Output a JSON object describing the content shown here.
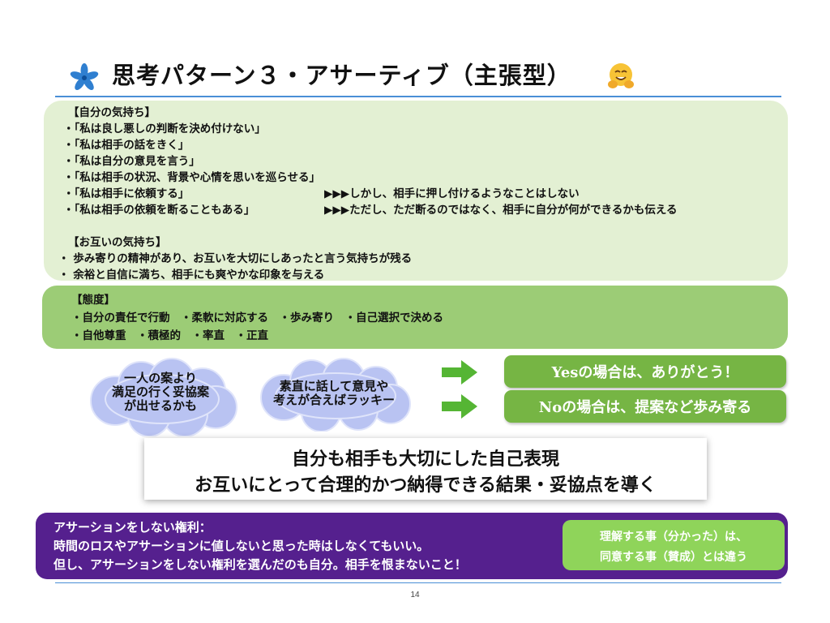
{
  "title": "思考パターン３・アサーティブ（主張型）",
  "icons": {
    "title_icon": "blue-flower-icon",
    "emoji": "hugging-face-emoji"
  },
  "colors": {
    "accent_rule": "#4a8fd6",
    "feelings_bg": "#e3f0d3",
    "attitude_bg": "#9ccc76",
    "cloud": "#b9c3f2",
    "result_green": "#76b544",
    "rights_bg": "#55208e",
    "note_bg": "#8fd45a"
  },
  "feelings": {
    "heading": "【自分の気持ち】",
    "items": [
      "・「私は良し悪しの判断を決め付けない」",
      "・「私は相手の話をきく」",
      "・「私は自分の意見を言う」",
      "・「私は相手の状況、背景や心情を思いを巡らせる」",
      "・「私は相手に依頼する」",
      "・「私は相手の依頼を断ることもある」"
    ],
    "annotations": [
      "▶▶▶しかし、相手に押し付けるようなことはしない",
      "▶▶▶ただし、ただ断るのではなく、相手に自分が何ができるかも伝える"
    ],
    "mutual_heading": "【お互いの気持ち】",
    "mutual_items": [
      "・ 歩み寄りの精神があり、お互いを大切にしあったと言う気持ちが残る",
      "・ 余裕と自信に満ち、相手にも爽やかな印象を与える"
    ]
  },
  "attitude": {
    "heading": "【態度】",
    "line1": "・自分の責任で行動　・柔軟に対応する　・歩み寄り　・自己選択で決める",
    "line2": "・自他尊重　・積極的　・率直　・正直"
  },
  "clouds": [
    {
      "lines": [
        "一人の案より",
        "満足の行く妥協案",
        "が出せるかも"
      ]
    },
    {
      "lines": [
        "素直に話して意見や",
        "考えが合えばラッキー"
      ]
    }
  ],
  "results": {
    "yes": "Yesの場合は、ありがとう！",
    "no": "Noの場合は、提案など歩み寄る"
  },
  "conclusion": {
    "line1": "自分も相手も大切にした自己表現",
    "line2": "お互いにとって合理的かつ納得できる結果・妥協点を導く"
  },
  "rights": {
    "line1": "アサーションをしない権利：",
    "line2": "時間のロスやアサーションに値しないと思った時はしなくてもいい。",
    "line3": "但し、アサーションをしない権利を選んだのも自分。相手を恨まないこと！",
    "note_line1": "理解する事（分かった）は、",
    "note_line2": "同意する事（賛成）とは違う"
  },
  "page_number": "14"
}
